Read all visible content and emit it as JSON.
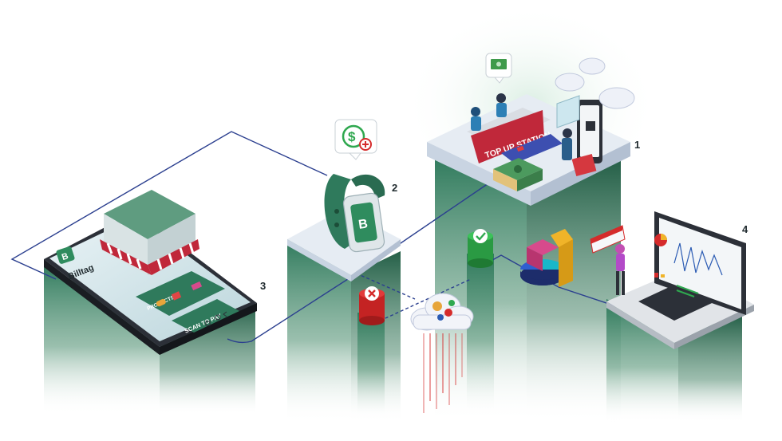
{
  "steps": [
    {
      "number": "1",
      "title": "TOP UP STATION"
    },
    {
      "number": "2"
    },
    {
      "number": "3",
      "brand": "Billtag",
      "products_label": "PRODUCTS",
      "scan_label": "SCAN TO PAY"
    },
    {
      "number": "4"
    }
  ],
  "icons": {
    "money_bubble": "banknote-icon",
    "wallet_bubble": "dollar-plus-icon",
    "approve": "checkmark-icon",
    "reject": "x-icon",
    "cloud": "cloud-gears-icon"
  },
  "colors": {
    "pillar_top": "#2f7a5c",
    "pillar_fade": "#ffffff",
    "platform": "#e6ecf3",
    "platform_side": "#c9d4e2",
    "line": "#2b3f8f",
    "accent_red": "#d52b2b",
    "accent_green": "#2fa84f",
    "awning_red": "#c0283a"
  }
}
